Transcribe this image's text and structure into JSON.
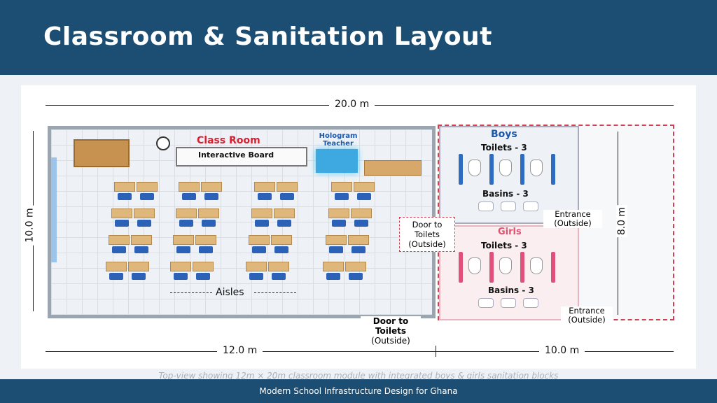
{
  "header": {
    "title": "Classroom & Sanitation Layout"
  },
  "plan": {
    "dim_total": "20.0 m",
    "dim_height": "10.0 m",
    "dim_classroom": "12.0 m",
    "dim_sanitation": "10.0 m",
    "dim_sanitation_height": "8.0 m",
    "classroom_label": "Class Room",
    "board_label": "Interactive Board",
    "hologram_label": "Hologram Teacher",
    "aisles_label": "Aisles",
    "door_side": "Door to Toilets (Outside)",
    "door_bottom_line1": "Door to",
    "door_bottom_line2": "Toilets",
    "door_bottom_line3": "(Outside)",
    "boys": {
      "title": "Boys",
      "toilets": "Toilets - 3",
      "basins": "Basins - 3",
      "entrance": "Entrance (Outside)"
    },
    "girls": {
      "title": "Girls",
      "toilets": "Toilets - 3",
      "basins": "Basins - 3",
      "entrance": "Entrance (Outside)"
    }
  },
  "caption": "Top-view showing 12m × 20m classroom module with integrated boys & girls sanitation blocks",
  "footer": {
    "text": "Modern School Infrastructure Design for Ghana"
  }
}
